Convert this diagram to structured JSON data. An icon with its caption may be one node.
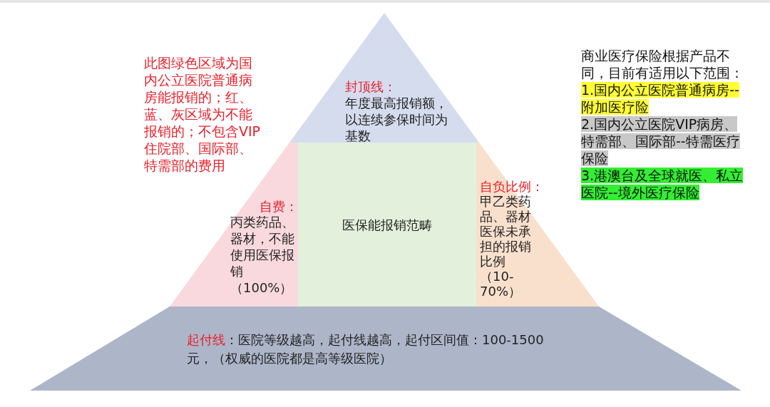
{
  "diagram": {
    "nodes": [
      {
        "text": [
          "封顶线：",
          "年度最高报销额，以连续参保时间为基数"
        ]
      },
      {
        "text": [
          "自费：",
          "丙类药品、器材，不能使用医保报销（100%）"
        ]
      },
      {
        "text": [
          "医保能报销范畴"
        ]
      },
      {
        "text": [
          "自负比例：",
          "甲乙类药品、器材医保未承担的报销比例（10-70%）"
        ]
      },
      {
        "text": [
          "起付线",
          "：医院等级越高，起付线越高，起付区间值：100-1500元，（权威的医院都是高等级医院）"
        ]
      }
    ],
    "labels": [
      "此图绿色区域为国内公立医院普通病房能报销的；红、蓝、灰区域为不能报销的；不包含VIP住院部、国际部、特需部的费用",
      "商业医疗保险根据产品不同，目前有适用以下范围：",
      "1.国内公立医院普通病房--附加医疗险",
      "2.国内公立医院VIP病房、特需部、国际部--特需医疗保险",
      "3.港澳台及全球就医、私立医院--境外医疗保险"
    ]
  }
}
